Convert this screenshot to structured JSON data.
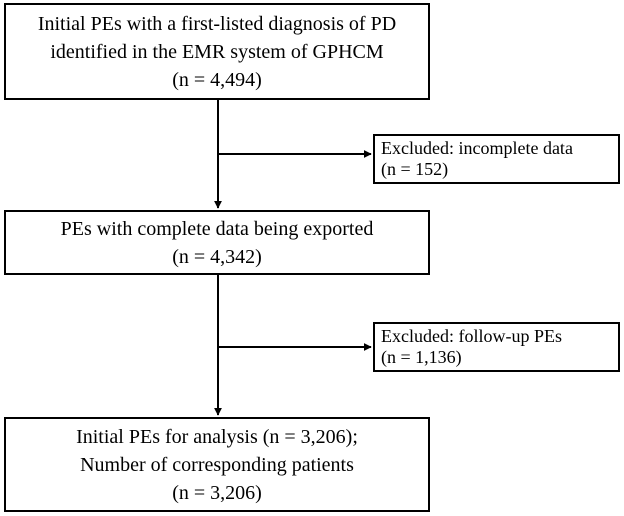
{
  "colors": {
    "stroke": "#000000",
    "background": "#ffffff"
  },
  "boxes": {
    "initial": {
      "lines": [
        "Initial PEs with a first-listed diagnosis of PD",
        "identified in the EMR system of GPHCM",
        "(n = 4,494)"
      ]
    },
    "excluded_incomplete": {
      "lines": [
        "Excluded: incomplete data",
        "(n = 152)"
      ]
    },
    "complete": {
      "lines": [
        "PEs with complete data being exported",
        "(n = 4,342)"
      ]
    },
    "excluded_followup": {
      "lines": [
        "Excluded: follow-up PEs",
        "(n = 1,136)"
      ]
    },
    "final": {
      "lines": [
        "Initial PEs for analysis (n = 3,206);",
        "Number of corresponding patients",
        "(n = 3,206)"
      ]
    }
  }
}
